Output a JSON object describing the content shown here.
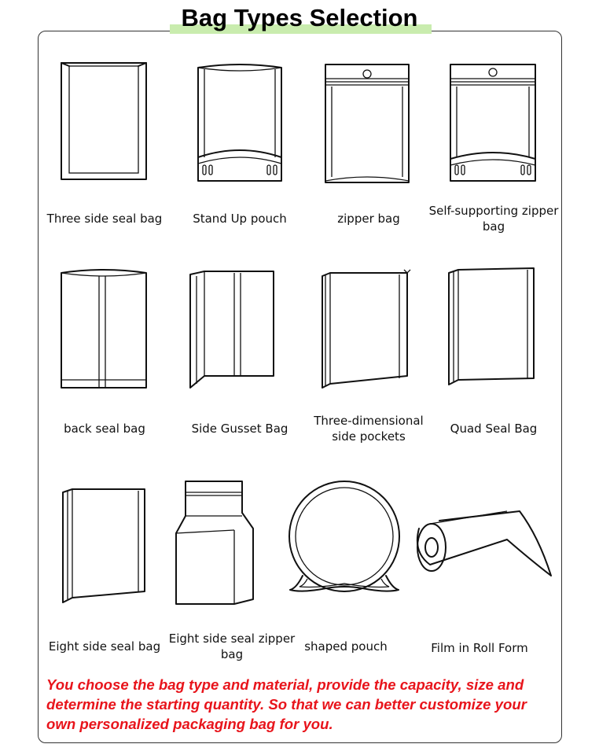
{
  "page": {
    "title": "Bag Types Selection",
    "accent_color": "#c9ecae",
    "note_color": "#e8141b"
  },
  "bags": [
    {
      "label": "Three side seal bag",
      "icon": "three-side-seal-bag-icon"
    },
    {
      "label": "Stand Up pouch",
      "icon": "stand-up-pouch-icon"
    },
    {
      "label": "zipper bag",
      "icon": "zipper-bag-icon"
    },
    {
      "label": "Self-supporting zipper bag",
      "icon": "self-supporting-zipper-bag-icon"
    },
    {
      "label": "back seal bag",
      "icon": "back-seal-bag-icon"
    },
    {
      "label": "Side Gusset Bag",
      "icon": "side-gusset-bag-icon"
    },
    {
      "label": "Three-dimensional side pockets",
      "icon": "three-dimensional-side-pockets-icon"
    },
    {
      "label": "Quad Seal Bag",
      "icon": "quad-seal-bag-icon"
    },
    {
      "label": "Eight side seal bag",
      "icon": "eight-side-seal-bag-icon"
    },
    {
      "label": "Eight side seal zipper bag",
      "icon": "eight-side-seal-zipper-bag-icon"
    },
    {
      "label": "shaped pouch",
      "icon": "shaped-pouch-icon"
    },
    {
      "label": "Film in Roll Form",
      "icon": "film-roll-icon"
    }
  ],
  "note": "You choose the bag type and material, provide the capacity, size and determine the starting quantity. So that we can better customize your own personalized packaging bag for you."
}
